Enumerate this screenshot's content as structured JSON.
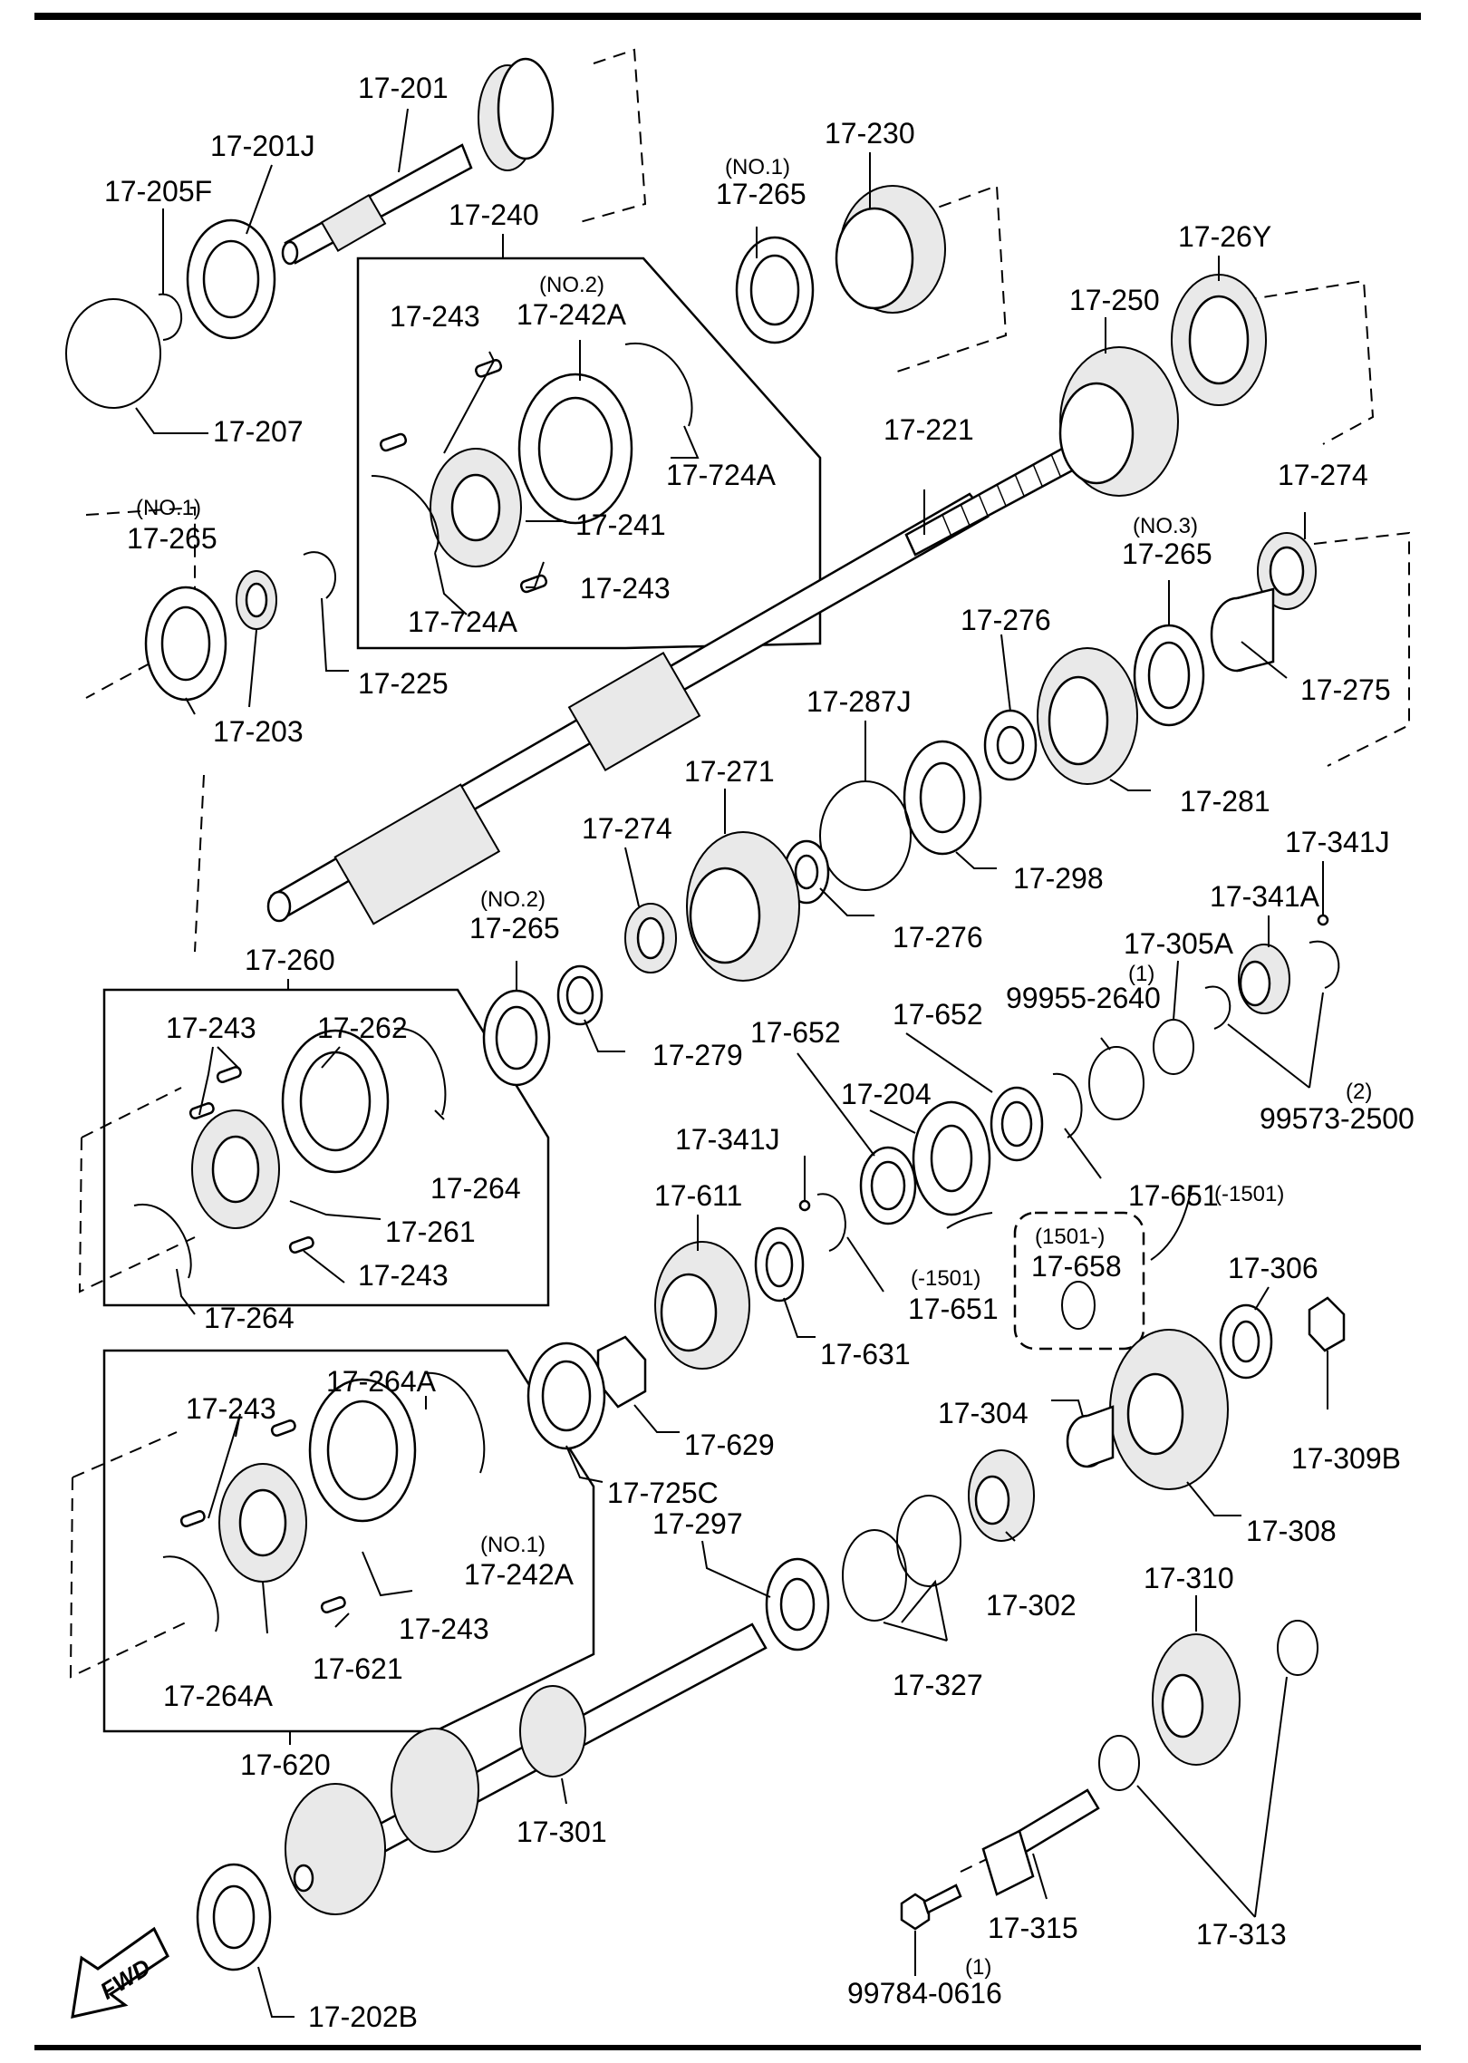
{
  "labels": {
    "l_17_201": "17-201",
    "l_17_201J": "17-201J",
    "l_17_205F": "17-205F",
    "l_17_207": "17-207",
    "l_17_240": "17-240",
    "l_no2_a": "(NO.2)",
    "l_17_242A": "17-242A",
    "l_17_243_a": "17-243",
    "l_17_724A_a": "17-724A",
    "l_17_241": "17-241",
    "l_17_243_b": "17-243",
    "l_17_724A_b": "17-724A",
    "l_no1_a": "(NO.1)",
    "l_17_265_a": "17-265",
    "l_17_230": "17-230",
    "l_17_26Y": "17-26Y",
    "l_17_250": "17-250",
    "l_17_221": "17-221",
    "l_17_274_a": "17-274",
    "l_no1_b": "(NO.1)",
    "l_17_265_b": "17-265",
    "l_17_203": "17-203",
    "l_17_225": "17-225",
    "l_no3": "(NO.3)",
    "l_17_265_c": "17-265",
    "l_17_276_a": "17-276",
    "l_17_275": "17-275",
    "l_17_287J": "17-287J",
    "l_17_281": "17-281",
    "l_17_271": "17-271",
    "l_17_274_b": "17-274",
    "l_17_298": "17-298",
    "l_17_341J_a": "17-341J",
    "l_17_341A": "17-341A",
    "l_17_305A": "17-305A",
    "l_n1_a": "(1)",
    "l_99955_2640": "99955-2640",
    "l_no2_b": "(NO.2)",
    "l_17_265_d": "17-265",
    "l_17_276_b": "17-276",
    "l_17_260": "17-260",
    "l_17_243_c": "17-243",
    "l_17_262": "17-262",
    "l_17_279": "17-279",
    "l_17_652_a": "17-652",
    "l_17_652_b": "17-652",
    "l_n2": "(2)",
    "l_99573_2500": "99573-2500",
    "l_17_204": "17-204",
    "l_17_264_a": "17-264",
    "l_17_341J_b": "17-341J",
    "l_17_651_a": "17-651",
    "l_m1501_a": "(-1501)",
    "l_17_611": "17-611",
    "l_1501p": "(1501-)",
    "l_17_658": "17-658",
    "l_17_261": "17-261",
    "l_m1501_b": "(-1501)",
    "l_17_651_b": "17-651",
    "l_17_306": "17-306",
    "l_17_243_d": "17-243",
    "l_17_264_b": "17-264",
    "l_17_631": "17-631",
    "l_17_264A_a": "17-264A",
    "l_17_629": "17-629",
    "l_17_304": "17-304",
    "l_17_309B": "17-309B",
    "l_17_243_e": "17-243",
    "l_17_725C": "17-725C",
    "l_17_308": "17-308",
    "l_17_297": "17-297",
    "l_no1_c": "(NO.1)",
    "l_17_242A_b": "17-242A",
    "l_17_243_f": "17-243",
    "l_17_302": "17-302",
    "l_17_621": "17-621",
    "l_17_310": "17-310",
    "l_17_264A_b": "17-264A",
    "l_17_327": "17-327",
    "l_17_620": "17-620",
    "l_17_301": "17-301",
    "l_17_315": "17-315",
    "l_17_313": "17-313",
    "l_n1_b": "(1)",
    "l_99784_0616": "99784-0616",
    "l_17_202B": "17-202B",
    "fwd": "FWD"
  }
}
